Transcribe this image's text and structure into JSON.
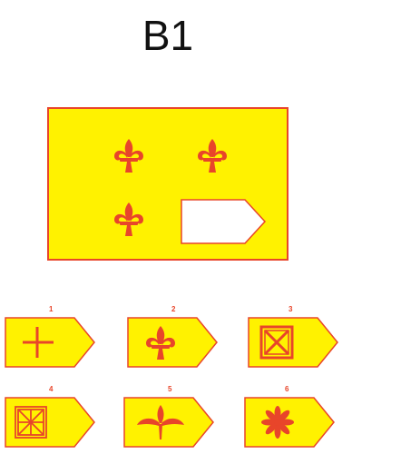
{
  "title": "B1",
  "colors": {
    "card_fill": "#fff200",
    "stroke": "#e8452a",
    "blank_fill": "#ffffff"
  },
  "matrix": {
    "cells": [
      {
        "symbol": "fleur-de-lis-icon"
      },
      {
        "symbol": "fleur-de-lis-icon"
      },
      {
        "symbol": "fleur-de-lis-icon"
      },
      {
        "symbol": "blank-answer-slot"
      }
    ]
  },
  "options": [
    {
      "number": "1",
      "symbol": "cross-icon"
    },
    {
      "number": "2",
      "symbol": "fleur-de-lis-icon"
    },
    {
      "number": "3",
      "symbol": "boxed-x-icon"
    },
    {
      "number": "4",
      "symbol": "boxed-star-grid-icon"
    },
    {
      "number": "5",
      "symbol": "lily-branch-icon"
    },
    {
      "number": "6",
      "symbol": "asterisk-flower-icon"
    }
  ]
}
